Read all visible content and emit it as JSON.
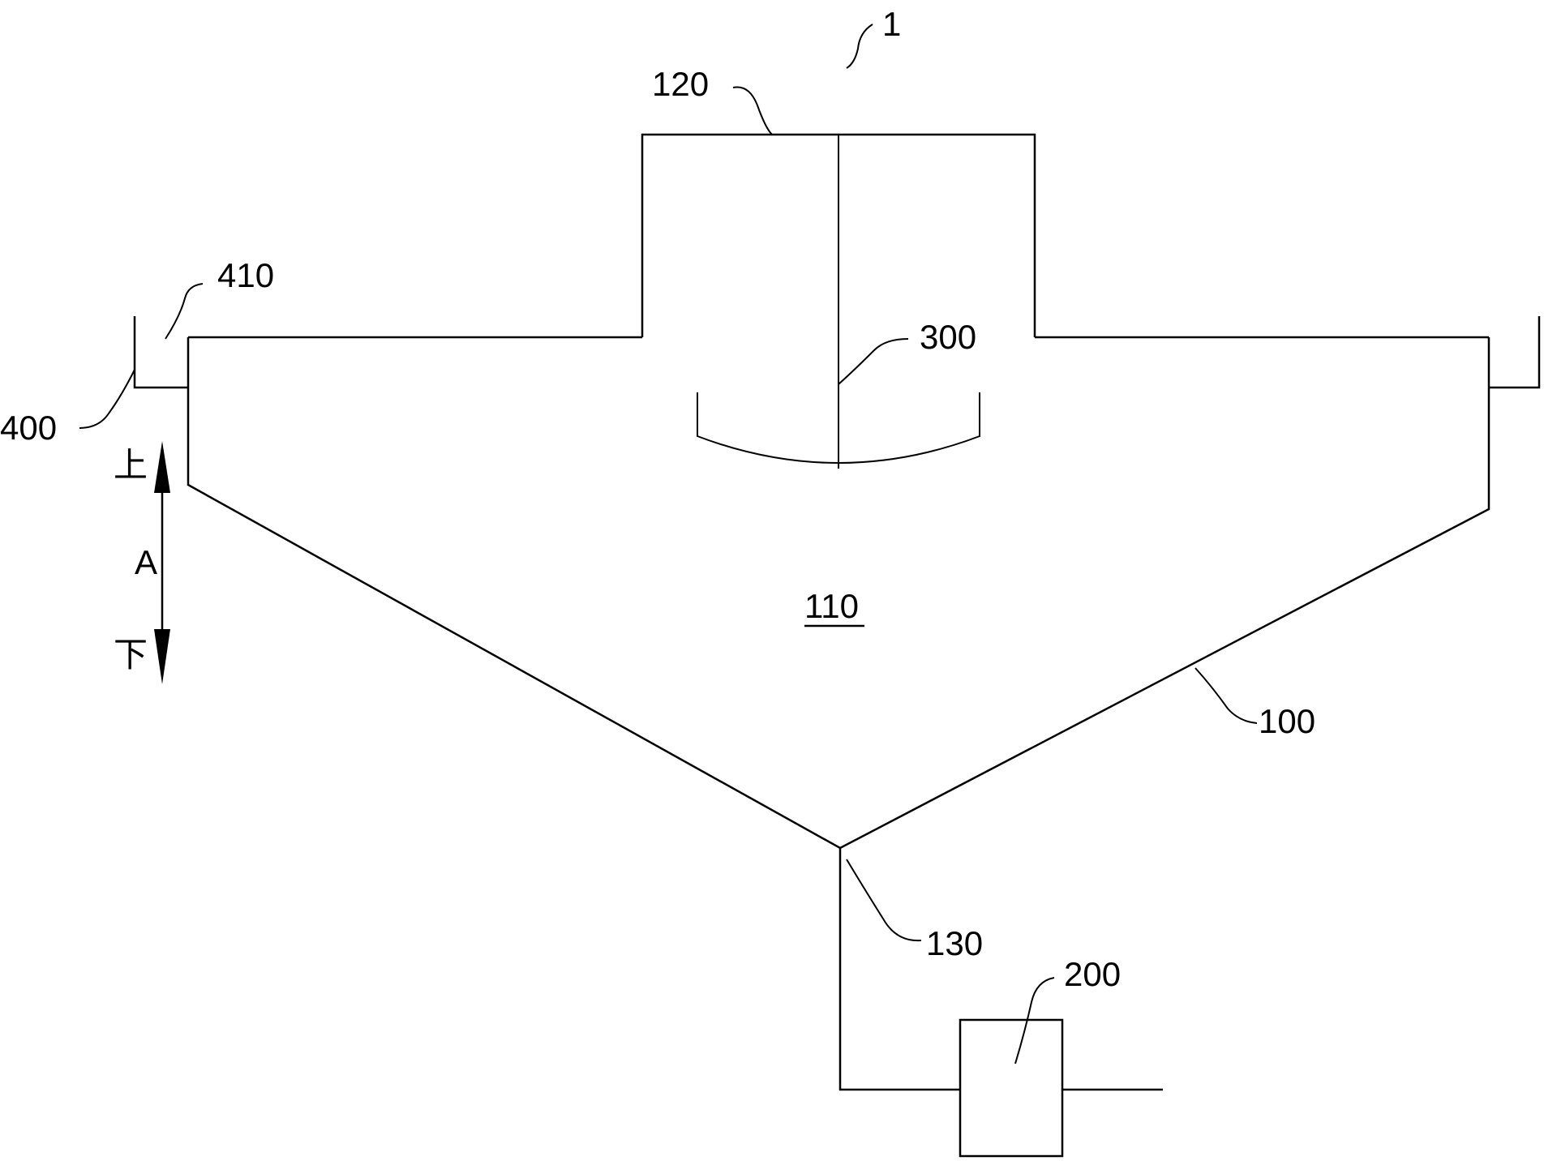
{
  "diagram": {
    "labels": {
      "figure": "1",
      "container": "100",
      "chamber": "110",
      "top_box": "120",
      "outlet": "130",
      "device": "200",
      "stirrer": "300",
      "trough": "400",
      "trough_inner": "410",
      "direction_axis": "A",
      "direction_up": "上",
      "direction_down": "下"
    },
    "colors": {
      "line": "#000000",
      "background": "#ffffff"
    }
  }
}
